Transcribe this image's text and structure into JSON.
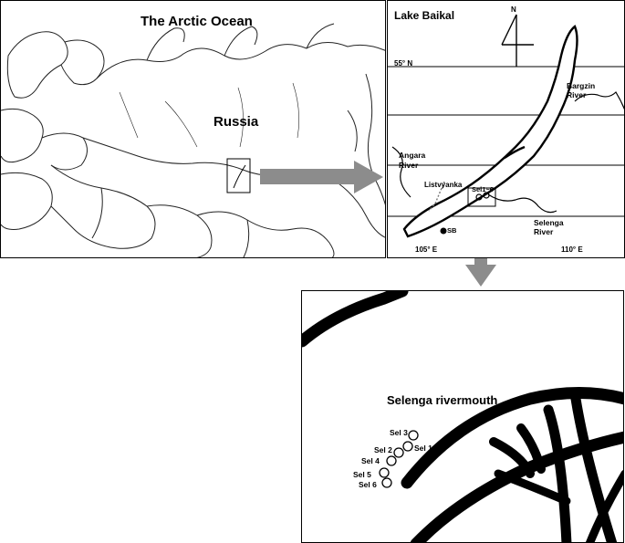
{
  "russia_map": {
    "ocean_label": "The Arctic Ocean",
    "country_label": "Russia"
  },
  "baikal_map": {
    "title": "Lake Baikal",
    "north_label": "N",
    "lat_label": "55° N",
    "lon_labels": [
      "105° E",
      "110° E"
    ],
    "rivers": [
      "Bargzin River",
      "Angara River",
      "Selenga River"
    ],
    "town": "Listvyanka",
    "station_sb": "SB",
    "station_sel": "Sel1~6"
  },
  "rivermouth_map": {
    "title": "Selenga rivermouth",
    "stations": [
      "Sel 3",
      "Sel 2",
      "Sel 1",
      "Sel 4",
      "Sel 5",
      "Sel 6"
    ]
  },
  "colors": {
    "arrow": "#8c8c8c",
    "ink": "#000000"
  }
}
